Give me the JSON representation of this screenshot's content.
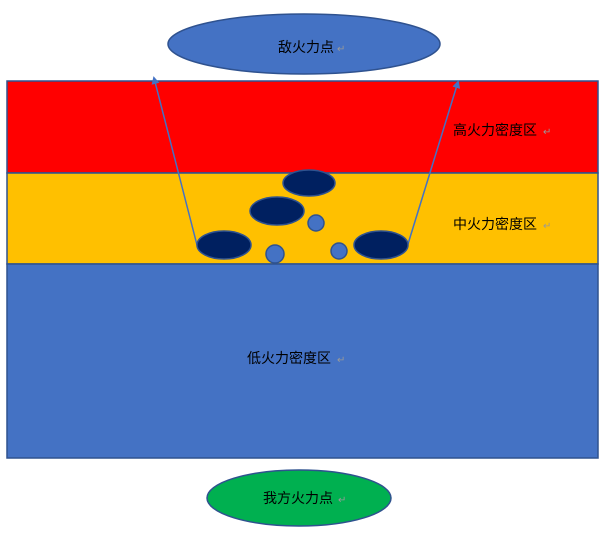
{
  "enemy_fire_point": {
    "label": "敌火力点",
    "color": "#4472c4"
  },
  "zones": [
    {
      "label": "高火力密度区",
      "color": "#ff0000"
    },
    {
      "label": "中火力密度区",
      "color": "#ffc000"
    },
    {
      "label": "低火力密度区",
      "color": "#4472c4"
    }
  ],
  "own_fire_point": {
    "label": "我方火力点",
    "color": "#00b050"
  },
  "paragraph_mark": "↵",
  "colors": {
    "unit": "#002060",
    "small_unit": "#4472c4",
    "outline": "#2f528f"
  }
}
